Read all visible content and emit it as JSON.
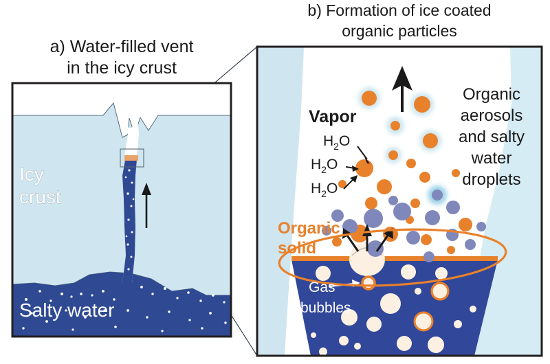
{
  "figure": {
    "type": "scientific-diagram",
    "background": "#ffffff",
    "panels": [
      {
        "id": "a",
        "caption_line1": "a)  Water-filled vent",
        "caption_line2": "in the icy crust",
        "labels": [
          {
            "name": "icy-crust",
            "line1": "Icy",
            "line2": "crust",
            "style": "white-outlined"
          },
          {
            "name": "salty-water",
            "text": "Salty water",
            "style": "white-solid"
          }
        ]
      },
      {
        "id": "b",
        "caption_line1": "b) Formation of ice coated",
        "caption_line2": "organic particles",
        "labels": [
          {
            "name": "vapor",
            "text": "Vapor",
            "style": "bold-black"
          },
          {
            "name": "water-molecule-1",
            "text": "H",
            "sub": "2",
            "text2": "O"
          },
          {
            "name": "water-molecule-2",
            "text": "H",
            "sub": "2",
            "text2": "O"
          },
          {
            "name": "water-molecule-3",
            "text": "H",
            "sub": "2",
            "text2": "O"
          },
          {
            "name": "organic-aerosols",
            "lines": [
              "Organic",
              "aerosols",
              "and salty",
              "water",
              "droplets"
            ],
            "style": "black"
          },
          {
            "name": "organic-solid",
            "line1": "Organic",
            "line2": "solid",
            "style": "bold-orange"
          },
          {
            "name": "gas-bubbles",
            "line1": "Gas",
            "line2": "bubbles",
            "style": "white-solid"
          }
        ]
      }
    ],
    "colors": {
      "ice_light_blue": "#cfe6f0",
      "ice_pale_blue": "#d6ecf4",
      "salty_water_blue": "#2f4a93",
      "deep_water_blue": "#31479a",
      "organic_orange": "#e8812b",
      "particle_purple": "#8088bb",
      "frame_black": "#231f20",
      "white": "#ffffff",
      "outline_gray": "#5a6b78"
    },
    "chart_data": {
      "type": "diagram",
      "title": "Formation of ice coated organic particles at a water-filled vent in an icy crust",
      "panel_a_elements": [
        "icy crust",
        "water-filled vent channel",
        "salty water reservoir",
        "upward flow arrow",
        "zoom box"
      ],
      "panel_b_elements": [
        "vapor region",
        "organic aerosols",
        "ice coated particles",
        "organic solid layer",
        "gas bubbles",
        "salty water"
      ],
      "particle_counts": {
        "orange_aerosols": 16,
        "purple_droplets": 14,
        "ice_coated": 5,
        "gas_bubbles": 18
      }
    }
  }
}
